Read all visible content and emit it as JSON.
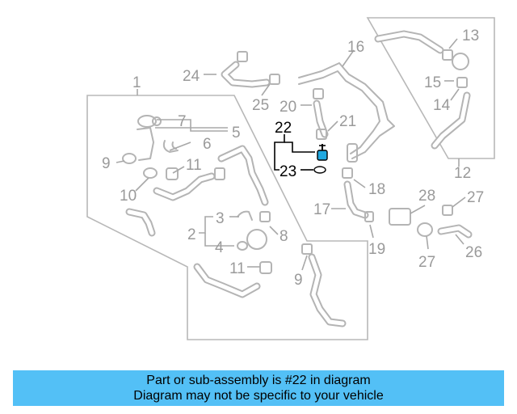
{
  "callouts": {
    "c1": "1",
    "c2": "2",
    "c3": "3",
    "c4": "4",
    "c5": "5",
    "c6": "6",
    "c7": "7",
    "c8": "8",
    "c9a": "9",
    "c9b": "9",
    "c10": "10",
    "c11a": "11",
    "c11b": "11",
    "c12": "12",
    "c13": "13",
    "c14": "14",
    "c15": "15",
    "c16": "16",
    "c17": "17",
    "c18": "18",
    "c19": "19",
    "c20": "20",
    "c21": "21",
    "c22": "22",
    "c23": "23",
    "c24": "24",
    "c25": "25",
    "c26": "26",
    "c27a": "27",
    "c27b": "27",
    "c28": "28"
  },
  "colors": {
    "highlight_part": "#1fa8e0",
    "banner": "#53c0f6",
    "line_gray": "#b4b4b4"
  },
  "banner": {
    "line1": "Part or sub-assembly is #22 in diagram",
    "line2": "Diagram may not be specific to your vehicle"
  }
}
